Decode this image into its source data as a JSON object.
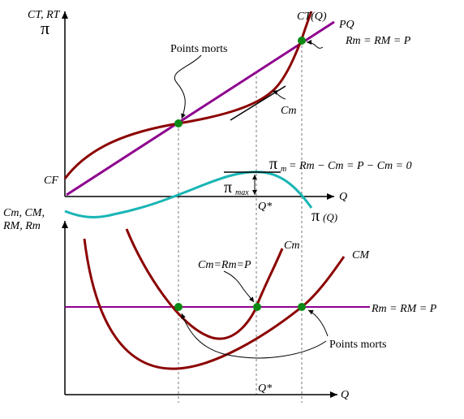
{
  "top_panel": {
    "y_axis_label": "CT, RT",
    "y_axis_symbol": "π",
    "x_axis_label": "Q",
    "ct_label": "CT(Q)",
    "pq_label": "PQ",
    "rm_label": "Rm = RM = P",
    "cm_tangent_label": "Cm",
    "cf_label": "CF",
    "points_morts_label": "Points morts",
    "pi_m_symbol": "π",
    "pi_m_sub": "m",
    "pi_m_equation": "= Rm − Cm = P − Cm = 0",
    "pi_max_symbol": "π",
    "pi_max_sub": "max",
    "q_star_label": "Q*",
    "pi_q_symbol": "π",
    "pi_q_label": "(Q)"
  },
  "bottom_panel": {
    "y_axis_label_1": "Cm, CM,",
    "y_axis_label_2": "RM, Rm",
    "x_axis_label": "Q",
    "cm_label": "Cm",
    "cmavg_label": "CM",
    "cm_eq_label": "Cm=Rm=P",
    "price_line_label": "Rm = RM = P",
    "points_morts_label": "Points morts",
    "q_star_label": "Q*"
  },
  "colors": {
    "cost_curves": "#8b0000",
    "revenue_line": "#8e008e",
    "profit_curve": "#1ab5b5",
    "points": "#0a8a14",
    "axes": "#000000",
    "guides": "#7a7a7a"
  }
}
